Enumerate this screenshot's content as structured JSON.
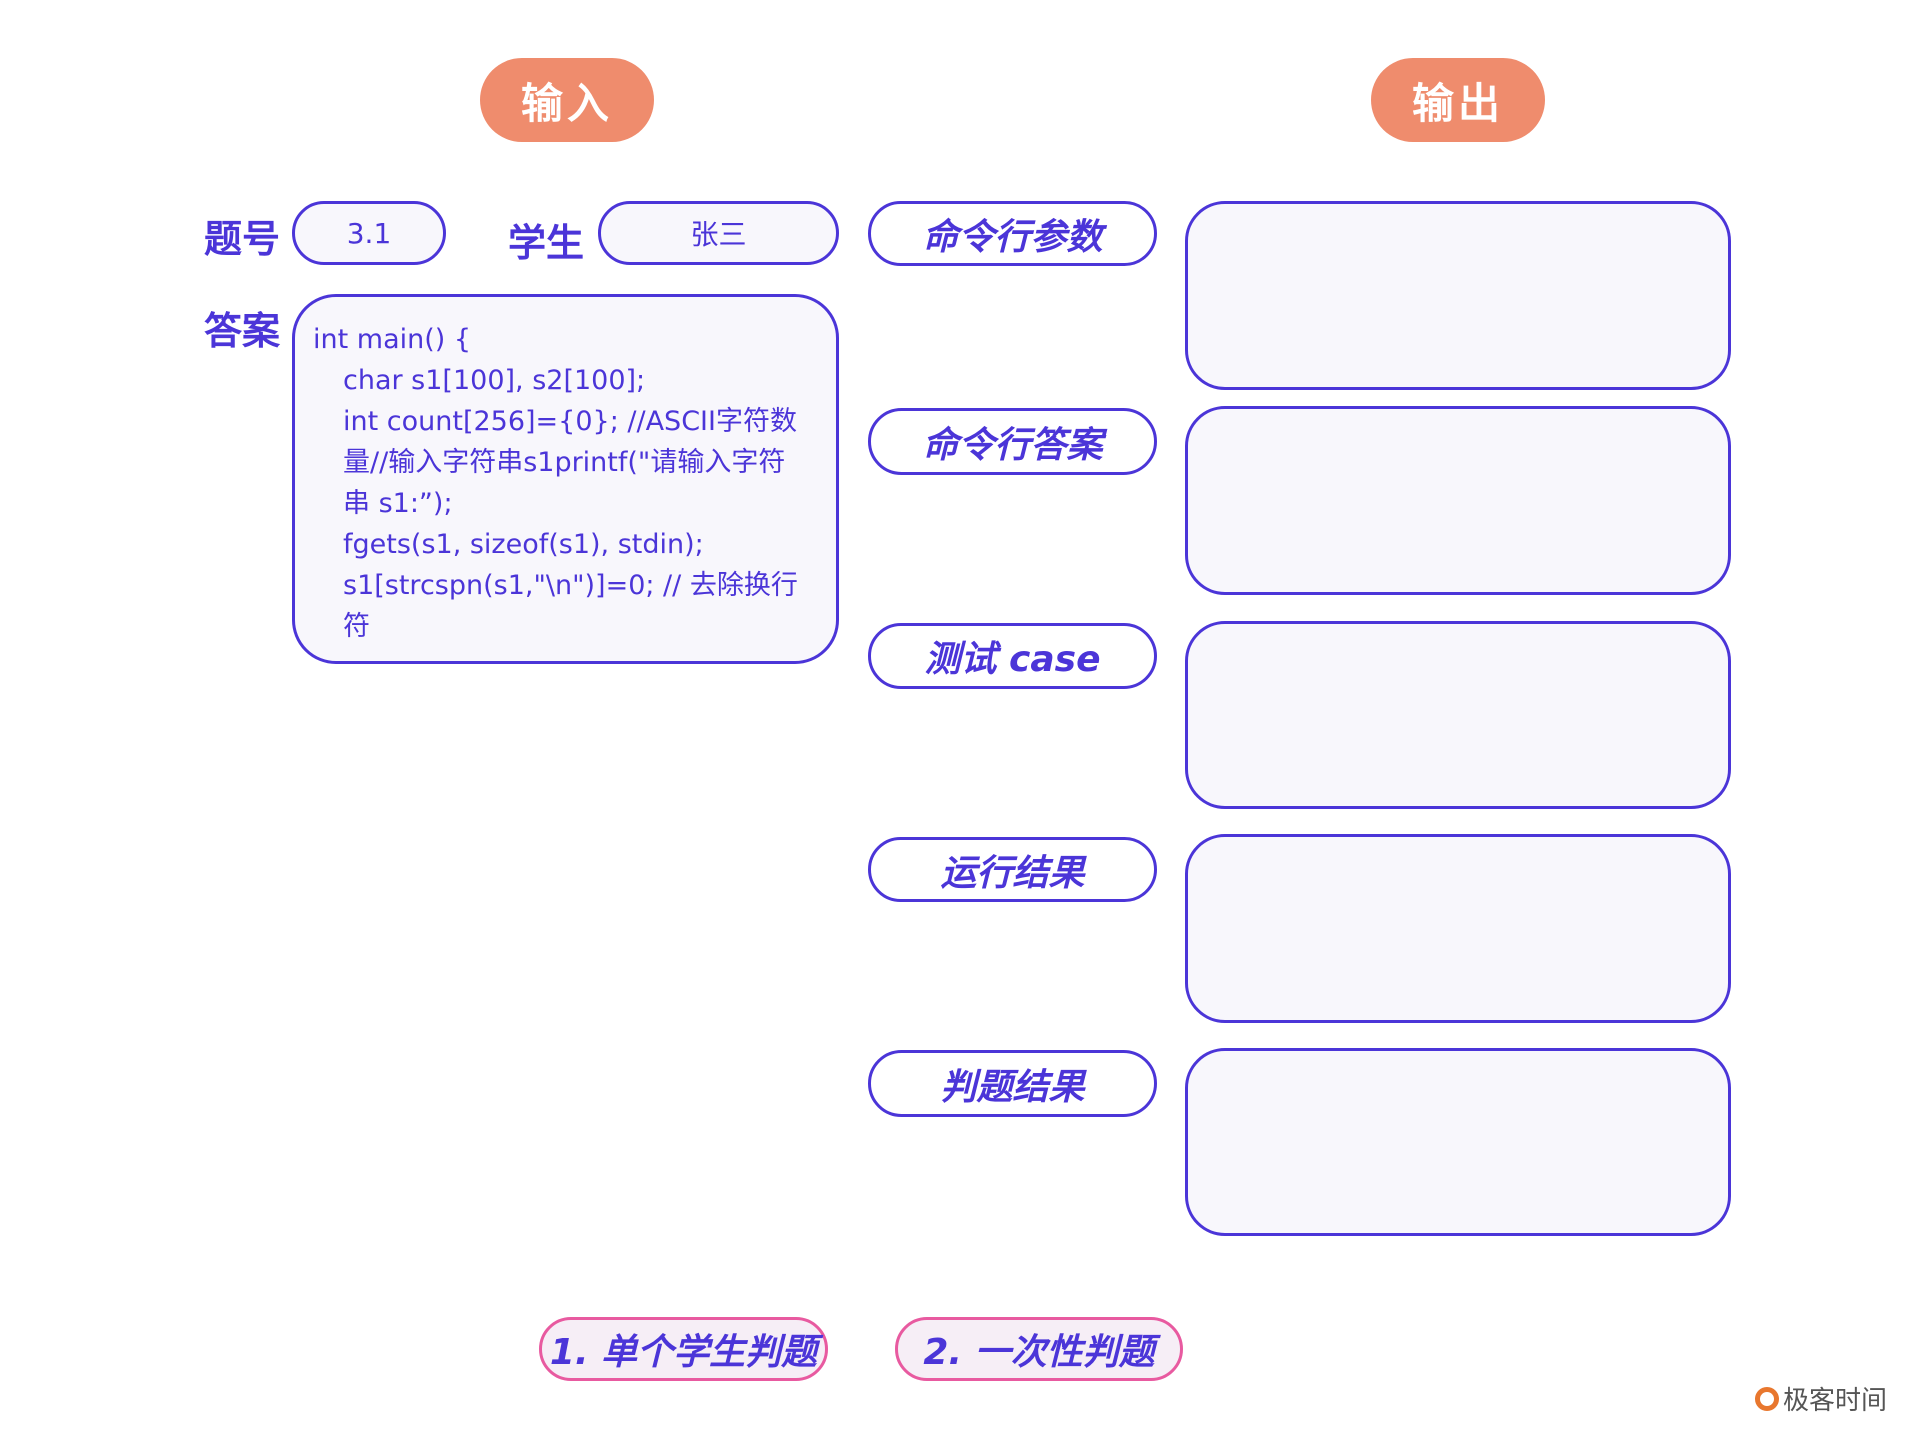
{
  "headers": {
    "input": "输入",
    "output": "输出"
  },
  "labels": {
    "question_no": "题号",
    "student": "学生",
    "answer": "答案"
  },
  "fields": {
    "question_no": "3.1",
    "student": "张三"
  },
  "code_lines": [
    "int main() {",
    "char s1[100], s2[100];",
    "int count[256]={0}; //ASCII字符数量//输入字符串s1printf(\"请输入字符串 s1:”);",
    "fgets(s1, sizeof(s1), stdin);",
    "s1[strcspn(s1,\"\\n\")]=0; // 去除换行符"
  ],
  "outputs": [
    {
      "label": "命令行参数"
    },
    {
      "label": "命令行答案"
    },
    {
      "label": "测试 case"
    },
    {
      "label": "运行结果"
    },
    {
      "label": "判题结果"
    }
  ],
  "buttons": {
    "single": "1. 单个学生判题",
    "batch": "2. 一次性判题"
  },
  "logo": "极客时间",
  "colors": {
    "accent": "#4b35d8",
    "header": "#ef8c6d",
    "pink": "#e85aa0"
  }
}
